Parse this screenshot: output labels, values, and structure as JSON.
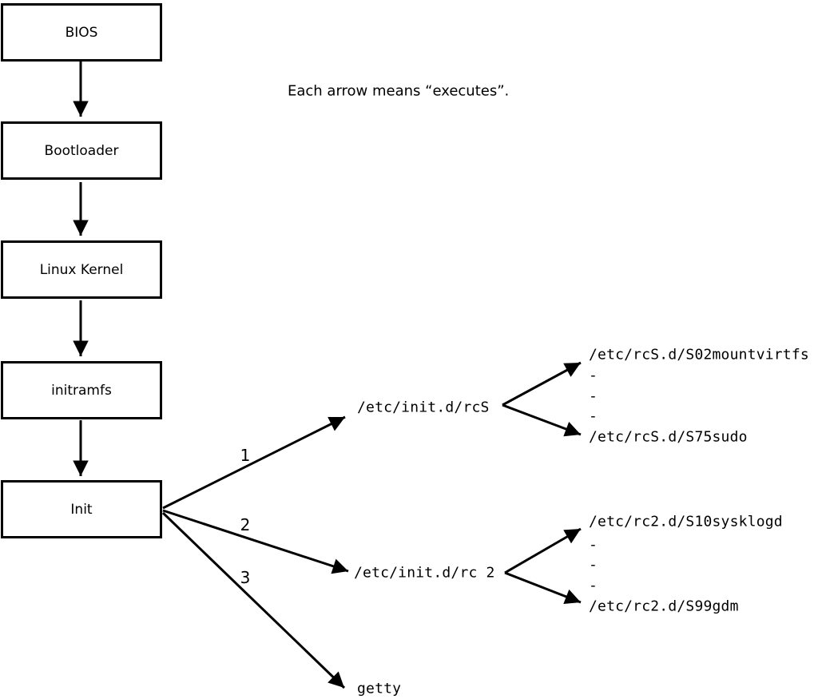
{
  "note": "Each arrow means “executes”.",
  "colors": {
    "line": "#000000",
    "box_border": "#000000",
    "box_bg": "#ffffff",
    "text": "#000000"
  },
  "chain": [
    {
      "label": "BIOS"
    },
    {
      "label": "Bootloader"
    },
    {
      "label": "Linux Kernel"
    },
    {
      "label": "initramfs"
    },
    {
      "label": "Init"
    }
  ],
  "branches": [
    {
      "number": "1",
      "target": "/etc/init.d/rcS",
      "children": [
        "/etc/rcS.d/S02mountvirtfs",
        "-",
        "-",
        "-",
        "/etc/rcS.d/S75sudo"
      ]
    },
    {
      "number": "2",
      "target": "/etc/init.d/rc 2",
      "children": [
        "/etc/rc2.d/S10sysklogd",
        "-",
        "-",
        "-",
        "/etc/rc2.d/S99gdm"
      ]
    },
    {
      "number": "3",
      "target": "getty",
      "children": []
    }
  ]
}
